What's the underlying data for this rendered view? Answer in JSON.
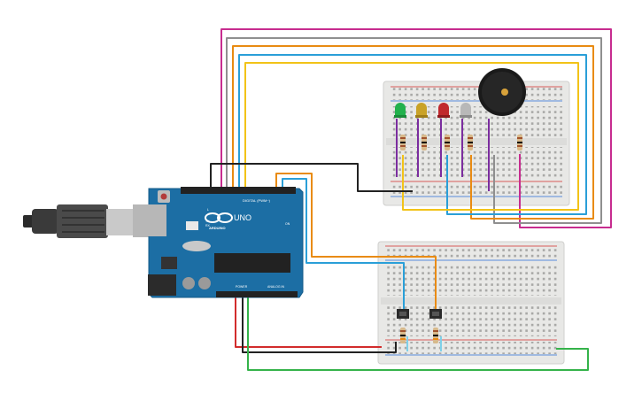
{
  "board": {
    "digital_header": "DIGITAL (PWM~)",
    "brand": "ARDUINO",
    "model": "UNO",
    "power_header": "POWER",
    "analog_header": "ANALOG IN",
    "led_l": "L",
    "led_tx": "TX",
    "led_rx": "RX",
    "led_on": "ON"
  },
  "components": {
    "leds": [
      {
        "name": "green",
        "color": "#22b14c"
      },
      {
        "name": "yellow",
        "color": "#c9a227"
      },
      {
        "name": "red",
        "color": "#c0282d"
      },
      {
        "name": "white",
        "color": "#b8b8b8"
      }
    ],
    "buzzer": {
      "color": "#1a1a1a"
    },
    "buttons": 2
  },
  "colors": {
    "wire_magenta": "#c72c8f",
    "wire_gray": "#8f8f8f",
    "wire_orange": "#e98b12",
    "wire_blue": "#2a9fd8",
    "wire_yellow": "#f2c318",
    "wire_black": "#222222",
    "wire_red": "#d22c2c",
    "wire_green": "#35b34a",
    "wire_purple": "#7b2d9f",
    "board": "#1c6ea4",
    "breadboard": "#e8e8e6"
  }
}
